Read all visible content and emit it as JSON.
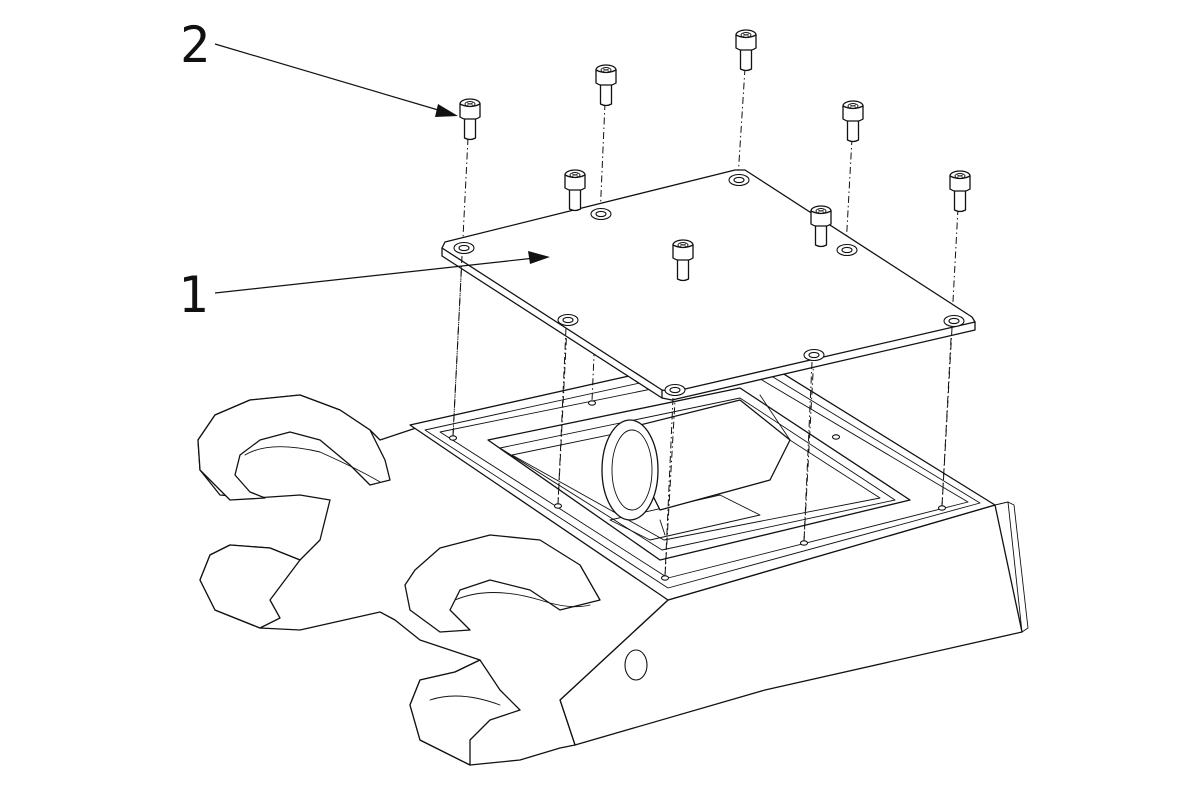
{
  "callouts": [
    {
      "id": "1",
      "label": "1",
      "part": "cover-plate"
    },
    {
      "id": "2",
      "label": "2",
      "part": "socket-head-screw"
    }
  ],
  "colors": {
    "line": "#111111",
    "background": "#ffffff"
  }
}
